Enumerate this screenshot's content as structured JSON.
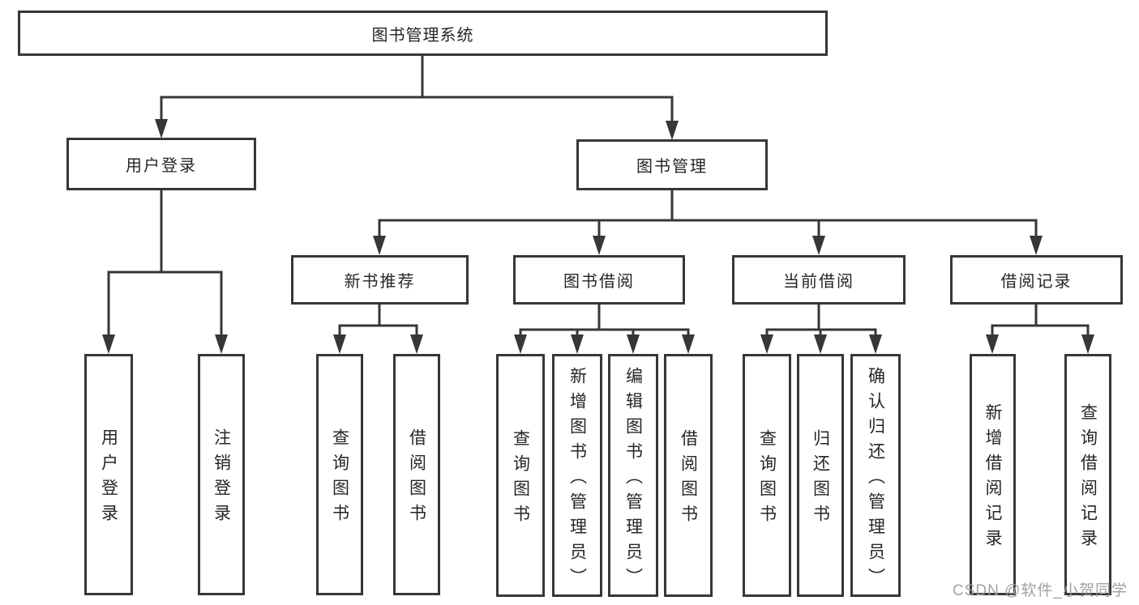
{
  "diagram": {
    "root": {
      "label": "图书管理系统"
    },
    "branches": [
      {
        "label": "用户登录",
        "children": [
          {
            "label": "用户登录"
          },
          {
            "label": "注销登录"
          }
        ]
      },
      {
        "label": "图书管理",
        "children": [
          {
            "label": "新书推荐",
            "children": [
              {
                "label": "查询图书"
              },
              {
                "label": "借阅图书"
              }
            ]
          },
          {
            "label": "图书借阅",
            "children": [
              {
                "label": "查询图书"
              },
              {
                "label": "新增图书（管理员）"
              },
              {
                "label": "编辑图书（管理员）"
              },
              {
                "label": "借阅图书"
              }
            ]
          },
          {
            "label": "当前借阅",
            "children": [
              {
                "label": "查询图书"
              },
              {
                "label": "归还图书"
              },
              {
                "label": "确认归还（管理员）"
              }
            ]
          },
          {
            "label": "借阅记录",
            "children": [
              {
                "label": "新增借阅记录"
              },
              {
                "label": "查询借阅记录"
              }
            ]
          }
        ]
      }
    ]
  },
  "watermark": {
    "text": "CSDN @软件_小贺同学"
  },
  "colors": {
    "line": "#373737",
    "box_fill": "#ffffff",
    "text": "#262626",
    "watermark": "#9c9c9c"
  }
}
